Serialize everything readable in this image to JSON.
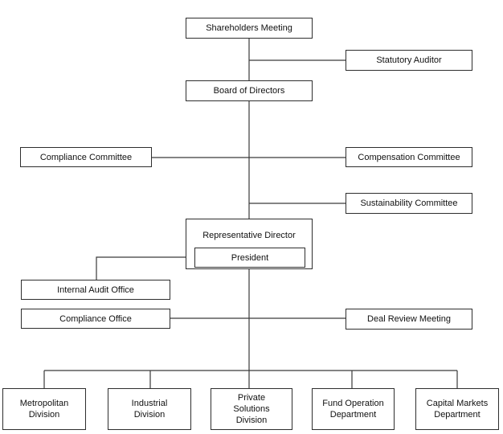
{
  "org_chart": {
    "shareholders_meeting": "Shareholders Meeting",
    "statutory_auditor": "Statutory Auditor",
    "board_of_directors": "Board of Directors",
    "compliance_committee": "Compliance Committee",
    "compensation_committee": "Compensation Committee",
    "sustainability_committee": "Sustainability Committee",
    "representative_director": "Representative Director",
    "president": "President",
    "internal_audit_office": "Internal Audit Office",
    "compliance_office": "Compliance Office",
    "deal_review_meeting": "Deal Review Meeting",
    "divisions": [
      "Metropolitan\nDivision",
      "Industrial\nDivision",
      "Private\nSolutions\nDivision",
      "Fund Operation\nDepartment",
      "Capital Markets\nDepartment"
    ]
  }
}
